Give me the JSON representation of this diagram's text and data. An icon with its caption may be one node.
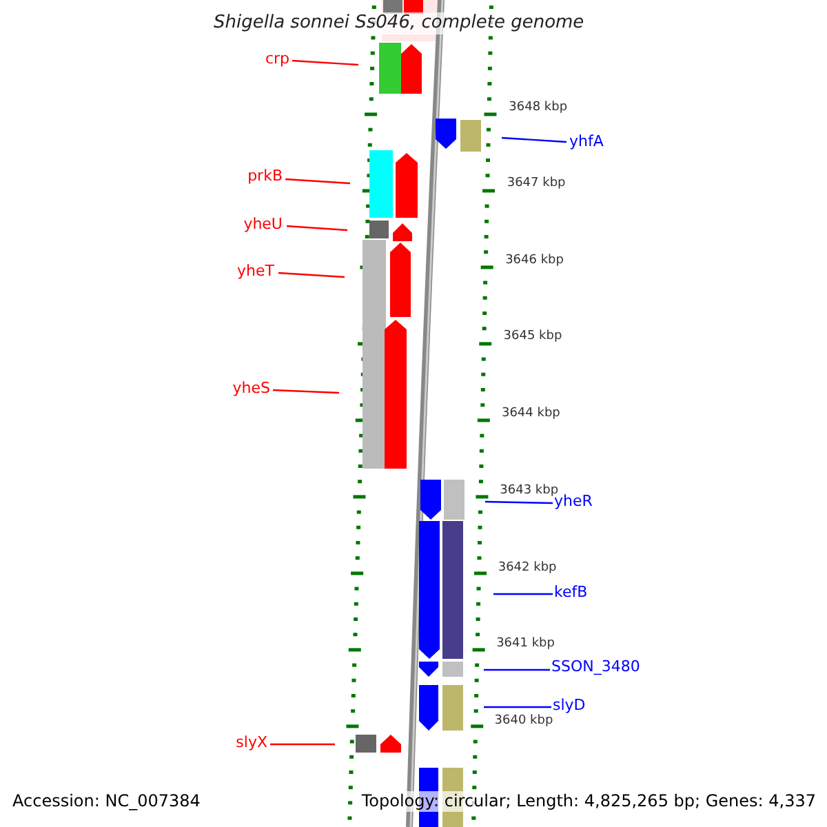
{
  "diagram": {
    "title": "Shigella sonnei Ss046, complete genome",
    "nodes": [
      {
        "text": [
          "crp"
        ]
      },
      {
        "text": [
          "prkB"
        ]
      },
      {
        "text": [
          "yheU"
        ]
      },
      {
        "text": [
          "yheT"
        ]
      },
      {
        "text": [
          "yheS"
        ]
      },
      {
        "text": [
          "slyX"
        ]
      },
      {
        "text": [
          "yhfA"
        ]
      },
      {
        "text": [
          "yheR"
        ]
      },
      {
        "text": [
          "kefB"
        ]
      },
      {
        "text": [
          "SSON_3480"
        ]
      },
      {
        "text": [
          "slyD"
        ]
      }
    ],
    "edges": [
      {
        "from": 0,
        "to": null,
        "arrow": "none"
      },
      {
        "from": 1,
        "to": null,
        "arrow": "none"
      },
      {
        "from": 2,
        "to": null,
        "arrow": "none"
      },
      {
        "from": 3,
        "to": null,
        "arrow": "none"
      },
      {
        "from": 4,
        "to": null,
        "arrow": "none"
      },
      {
        "from": 5,
        "to": null,
        "arrow": "none"
      },
      {
        "from": 6,
        "to": null,
        "arrow": "none",
        "color": "#0000ff"
      },
      {
        "from": 7,
        "to": null,
        "arrow": "none",
        "color": "#0000ff"
      },
      {
        "from": 8,
        "to": null,
        "arrow": "none",
        "color": "#0000ff"
      },
      {
        "from": 9,
        "to": null,
        "arrow": "none",
        "color": "#0000ff"
      },
      {
        "from": 10,
        "to": null,
        "arrow": "none",
        "color": "#0000ff"
      }
    ],
    "labels": [
      "3648 kbp",
      "3647 kbp",
      "3646 kbp",
      "3645 kbp",
      "3644 kbp",
      "3643 kbp",
      "3642 kbp",
      "3641 kbp",
      "3640 kbp",
      "Accession: NC_007384",
      "Topology: circular; Length: 4,825,265 bp; Genes: 4,337"
    ]
  }
}
